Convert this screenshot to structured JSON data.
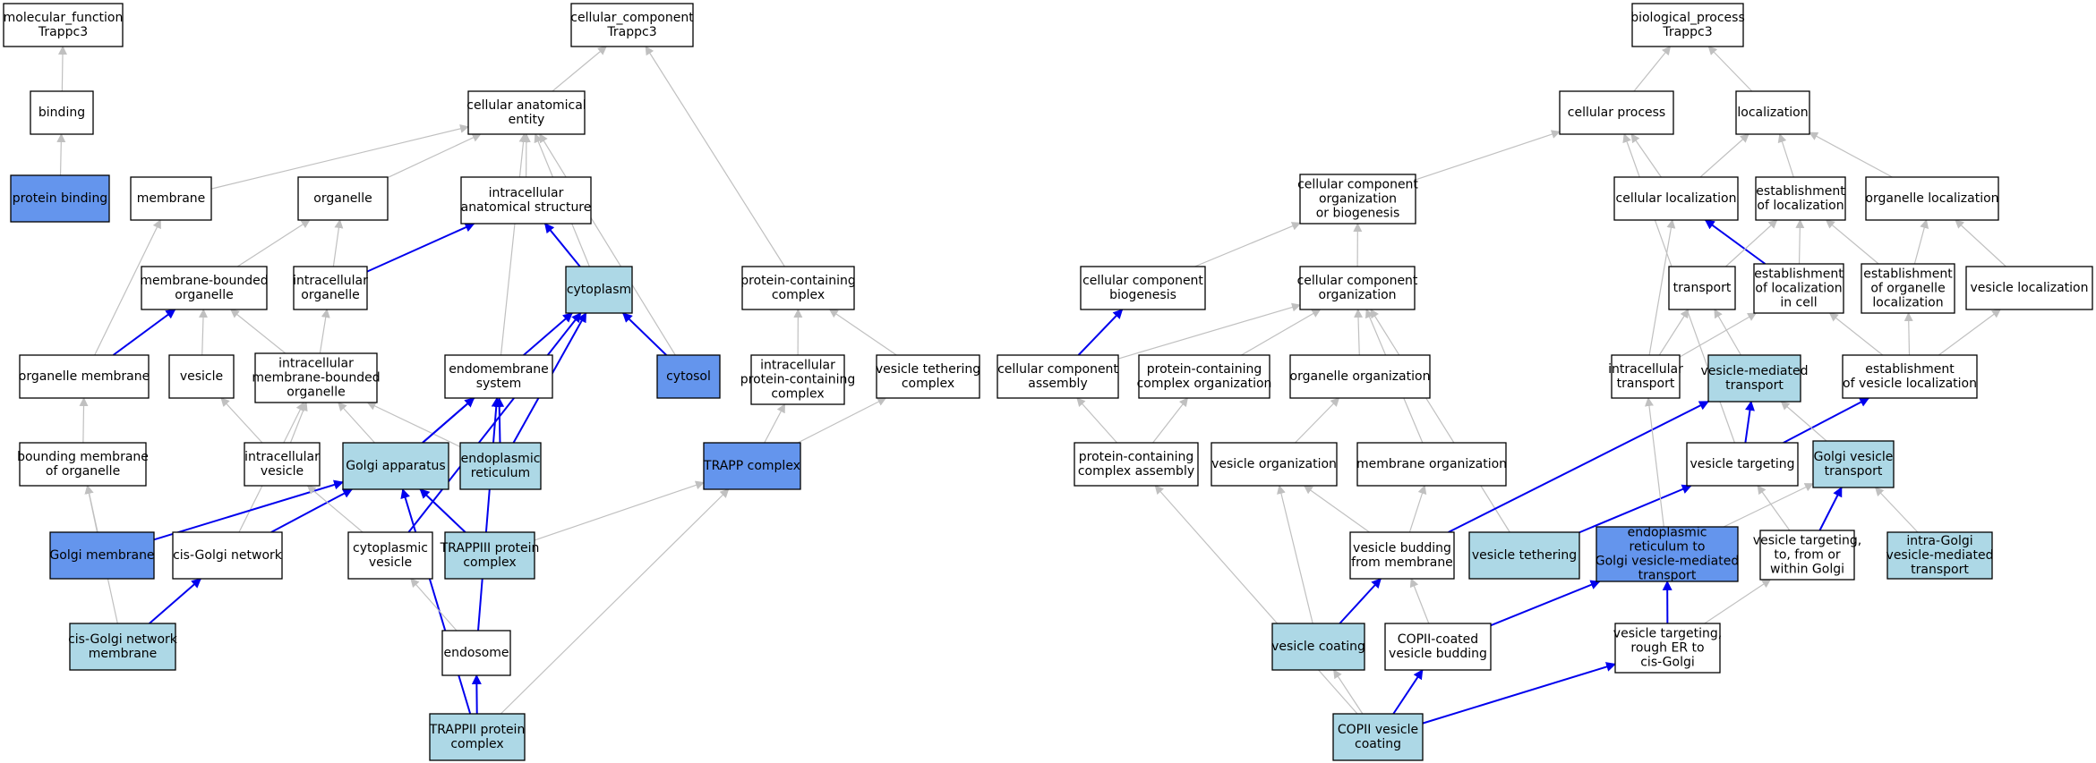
{
  "colors": {
    "plain_fill": "#ffffff",
    "highlight_fill": "#add8e6",
    "direct_fill": "#6495ed",
    "border": "#000000",
    "is_a_edge": "#c0c0c0",
    "part_of_edge": "#0000ee"
  },
  "nodes": [
    {
      "id": "mf_root",
      "lines": [
        "molecular_function",
        "Trappc3"
      ],
      "style": "plain"
    },
    {
      "id": "binding",
      "lines": [
        "binding"
      ],
      "style": "plain"
    },
    {
      "id": "protein_binding",
      "lines": [
        "protein binding"
      ],
      "style": "direct"
    },
    {
      "id": "cc_root",
      "lines": [
        "cellular_component",
        "Trappc3"
      ],
      "style": "plain"
    },
    {
      "id": "cae",
      "lines": [
        "cellular anatomical",
        "entity"
      ],
      "style": "plain"
    },
    {
      "id": "membrane",
      "lines": [
        "membrane"
      ],
      "style": "plain"
    },
    {
      "id": "organelle",
      "lines": [
        "organelle"
      ],
      "style": "plain"
    },
    {
      "id": "ias",
      "lines": [
        "intracellular",
        "anatomical structure"
      ],
      "style": "plain"
    },
    {
      "id": "mbo",
      "lines": [
        "membrane-bounded",
        "organelle"
      ],
      "style": "plain"
    },
    {
      "id": "io",
      "lines": [
        "intracellular",
        "organelle"
      ],
      "style": "plain"
    },
    {
      "id": "cytoplasm",
      "lines": [
        "cytoplasm"
      ],
      "style": "highlight"
    },
    {
      "id": "pcc",
      "lines": [
        "protein-containing",
        "complex"
      ],
      "style": "plain"
    },
    {
      "id": "om",
      "lines": [
        "organelle membrane"
      ],
      "style": "plain"
    },
    {
      "id": "vesicle",
      "lines": [
        "vesicle"
      ],
      "style": "plain"
    },
    {
      "id": "imbo",
      "lines": [
        "intracellular",
        "membrane-bounded",
        "organelle"
      ],
      "style": "plain"
    },
    {
      "id": "endomembrane",
      "lines": [
        "endomembrane",
        "system"
      ],
      "style": "plain"
    },
    {
      "id": "cytosol",
      "lines": [
        "cytosol"
      ],
      "style": "direct"
    },
    {
      "id": "ipcc",
      "lines": [
        "intracellular",
        "protein-containing",
        "complex"
      ],
      "style": "plain"
    },
    {
      "id": "vtc",
      "lines": [
        "vesicle tethering",
        "complex"
      ],
      "style": "plain"
    },
    {
      "id": "bmo",
      "lines": [
        "bounding membrane",
        "of organelle"
      ],
      "style": "plain"
    },
    {
      "id": "iv",
      "lines": [
        "intracellular",
        "vesicle"
      ],
      "style": "plain"
    },
    {
      "id": "golgi",
      "lines": [
        "Golgi apparatus"
      ],
      "style": "highlight"
    },
    {
      "id": "er",
      "lines": [
        "endoplasmic",
        "reticulum"
      ],
      "style": "highlight"
    },
    {
      "id": "trapp",
      "lines": [
        "TRAPP complex"
      ],
      "style": "direct"
    },
    {
      "id": "golgi_mem",
      "lines": [
        "Golgi membrane"
      ],
      "style": "direct"
    },
    {
      "id": "cis_golgi",
      "lines": [
        "cis-Golgi network"
      ],
      "style": "plain"
    },
    {
      "id": "cyto_vesicle",
      "lines": [
        "cytoplasmic",
        "vesicle"
      ],
      "style": "plain"
    },
    {
      "id": "trappiii",
      "lines": [
        "TRAPPIII protein",
        "complex"
      ],
      "style": "highlight"
    },
    {
      "id": "cis_golgi_mem",
      "lines": [
        "cis-Golgi network",
        "membrane"
      ],
      "style": "highlight"
    },
    {
      "id": "endosome",
      "lines": [
        "endosome"
      ],
      "style": "plain"
    },
    {
      "id": "trappii",
      "lines": [
        "TRAPPII protein",
        "complex"
      ],
      "style": "highlight"
    },
    {
      "id": "bp_root",
      "lines": [
        "biological_process",
        "Trappc3"
      ],
      "style": "plain"
    },
    {
      "id": "cell_process",
      "lines": [
        "cellular process"
      ],
      "style": "plain"
    },
    {
      "id": "localization",
      "lines": [
        "localization"
      ],
      "style": "plain"
    },
    {
      "id": "ccob",
      "lines": [
        "cellular component",
        "organization",
        "or biogenesis"
      ],
      "style": "plain"
    },
    {
      "id": "cell_loc",
      "lines": [
        "cellular localization"
      ],
      "style": "plain"
    },
    {
      "id": "est_loc",
      "lines": [
        "establishment",
        "of localization"
      ],
      "style": "plain"
    },
    {
      "id": "org_loc",
      "lines": [
        "organelle localization"
      ],
      "style": "plain"
    },
    {
      "id": "ccb",
      "lines": [
        "cellular component",
        "biogenesis"
      ],
      "style": "plain"
    },
    {
      "id": "cco",
      "lines": [
        "cellular component",
        "organization"
      ],
      "style": "plain"
    },
    {
      "id": "transport",
      "lines": [
        "transport"
      ],
      "style": "plain"
    },
    {
      "id": "est_loc_cell",
      "lines": [
        "establishment",
        "of localization",
        "in cell"
      ],
      "style": "plain"
    },
    {
      "id": "est_org_loc",
      "lines": [
        "establishment",
        "of organelle",
        "localization"
      ],
      "style": "plain"
    },
    {
      "id": "ves_loc",
      "lines": [
        "vesicle localization"
      ],
      "style": "plain"
    },
    {
      "id": "cca",
      "lines": [
        "cellular component",
        "assembly"
      ],
      "style": "plain"
    },
    {
      "id": "pcco",
      "lines": [
        "protein-containing",
        "complex organization"
      ],
      "style": "plain"
    },
    {
      "id": "org_org",
      "lines": [
        "organelle organization"
      ],
      "style": "plain"
    },
    {
      "id": "intra_transport",
      "lines": [
        "intracellular",
        "transport"
      ],
      "style": "plain"
    },
    {
      "id": "vmt",
      "lines": [
        "vesicle-mediated",
        "transport"
      ],
      "style": "highlight"
    },
    {
      "id": "est_ves_loc",
      "lines": [
        "establishment",
        "of vesicle localization"
      ],
      "style": "plain"
    },
    {
      "id": "pcca",
      "lines": [
        "protein-containing",
        "complex assembly"
      ],
      "style": "plain"
    },
    {
      "id": "ves_org",
      "lines": [
        "vesicle organization"
      ],
      "style": "plain"
    },
    {
      "id": "mem_org",
      "lines": [
        "membrane organization"
      ],
      "style": "plain"
    },
    {
      "id": "ves_target",
      "lines": [
        "vesicle targeting"
      ],
      "style": "plain"
    },
    {
      "id": "golgi_vt",
      "lines": [
        "Golgi vesicle",
        "transport"
      ],
      "style": "highlight"
    },
    {
      "id": "ves_bud",
      "lines": [
        "vesicle budding",
        "from membrane"
      ],
      "style": "plain"
    },
    {
      "id": "ves_teth",
      "lines": [
        "vesicle tethering"
      ],
      "style": "highlight"
    },
    {
      "id": "er_golgi",
      "lines": [
        "endoplasmic",
        "reticulum to",
        "Golgi vesicle-mediated",
        "transport"
      ],
      "style": "direct"
    },
    {
      "id": "vt_golgi",
      "lines": [
        "vesicle targeting,",
        "to, from or",
        "within Golgi"
      ],
      "style": "plain"
    },
    {
      "id": "intra_golgi",
      "lines": [
        "intra-Golgi",
        "vesicle-mediated",
        "transport"
      ],
      "style": "highlight"
    },
    {
      "id": "ves_coat",
      "lines": [
        "vesicle coating"
      ],
      "style": "highlight"
    },
    {
      "id": "copii_bud",
      "lines": [
        "COPII-coated",
        "vesicle budding"
      ],
      "style": "plain"
    },
    {
      "id": "vt_rough",
      "lines": [
        "vesicle targeting,",
        "rough ER to",
        "cis-Golgi"
      ],
      "style": "plain"
    },
    {
      "id": "copii_coat",
      "lines": [
        "COPII vesicle",
        "coating"
      ],
      "style": "highlight"
    }
  ],
  "edges": [
    {
      "from": "binding",
      "to": "mf_root",
      "type": "is_a"
    },
    {
      "from": "protein_binding",
      "to": "binding",
      "type": "is_a"
    },
    {
      "from": "cae",
      "to": "cc_root",
      "type": "is_a"
    },
    {
      "from": "pcc",
      "to": "cc_root",
      "type": "is_a"
    },
    {
      "from": "membrane",
      "to": "cae",
      "type": "is_a"
    },
    {
      "from": "organelle",
      "to": "cae",
      "type": "is_a"
    },
    {
      "from": "ias",
      "to": "cae",
      "type": "is_a"
    },
    {
      "from": "cytoplasm",
      "to": "cae",
      "type": "is_a"
    },
    {
      "from": "cytosol",
      "to": "cae",
      "type": "is_a"
    },
    {
      "from": "endomembrane",
      "to": "cae",
      "type": "is_a"
    },
    {
      "from": "mbo",
      "to": "organelle",
      "type": "is_a"
    },
    {
      "from": "io",
      "to": "organelle",
      "type": "is_a"
    },
    {
      "from": "io",
      "to": "ias",
      "type": "part_of"
    },
    {
      "from": "cytoplasm",
      "to": "ias",
      "type": "part_of"
    },
    {
      "from": "om",
      "to": "membrane",
      "type": "is_a"
    },
    {
      "from": "om",
      "to": "mbo",
      "type": "part_of"
    },
    {
      "from": "vesicle",
      "to": "mbo",
      "type": "is_a"
    },
    {
      "from": "imbo",
      "to": "mbo",
      "type": "is_a"
    },
    {
      "from": "imbo",
      "to": "io",
      "type": "is_a"
    },
    {
      "from": "cytosol",
      "to": "cytoplasm",
      "type": "part_of"
    },
    {
      "from": "golgi",
      "to": "cytoplasm",
      "type": "part_of"
    },
    {
      "from": "er",
      "to": "cytoplasm",
      "type": "part_of"
    },
    {
      "from": "cyto_vesicle",
      "to": "cytoplasm",
      "type": "part_of"
    },
    {
      "from": "ipcc",
      "to": "pcc",
      "type": "is_a"
    },
    {
      "from": "vtc",
      "to": "pcc",
      "type": "is_a"
    },
    {
      "from": "bmo",
      "to": "om",
      "type": "is_a"
    },
    {
      "from": "iv",
      "to": "vesicle",
      "type": "is_a"
    },
    {
      "from": "iv",
      "to": "imbo",
      "type": "is_a"
    },
    {
      "from": "golgi",
      "to": "imbo",
      "type": "is_a"
    },
    {
      "from": "er",
      "to": "imbo",
      "type": "is_a"
    },
    {
      "from": "cis_golgi",
      "to": "imbo",
      "type": "is_a"
    },
    {
      "from": "golgi",
      "to": "endomembrane",
      "type": "part_of"
    },
    {
      "from": "er",
      "to": "endomembrane",
      "type": "part_of"
    },
    {
      "from": "endosome",
      "to": "endomembrane",
      "type": "part_of"
    },
    {
      "from": "trapp",
      "to": "ipcc",
      "type": "is_a"
    },
    {
      "from": "trapp",
      "to": "vtc",
      "type": "is_a"
    },
    {
      "from": "golgi_mem",
      "to": "bmo",
      "type": "is_a"
    },
    {
      "from": "cis_golgi_mem",
      "to": "bmo",
      "type": "is_a"
    },
    {
      "from": "golgi_mem",
      "to": "golgi",
      "type": "part_of"
    },
    {
      "from": "cis_golgi",
      "to": "golgi",
      "type": "part_of"
    },
    {
      "from": "trappiii",
      "to": "golgi",
      "type": "part_of"
    },
    {
      "from": "trappii",
      "to": "golgi",
      "type": "part_of"
    },
    {
      "from": "cyto_vesicle",
      "to": "iv",
      "type": "is_a"
    },
    {
      "from": "trappiii",
      "to": "trapp",
      "type": "is_a"
    },
    {
      "from": "trappii",
      "to": "trapp",
      "type": "is_a"
    },
    {
      "from": "cis_golgi_mem",
      "to": "cis_golgi",
      "type": "part_of"
    },
    {
      "from": "endosome",
      "to": "cyto_vesicle",
      "type": "is_a"
    },
    {
      "from": "trappii",
      "to": "endosome",
      "type": "part_of"
    },
    {
      "from": "cell_process",
      "to": "bp_root",
      "type": "is_a"
    },
    {
      "from": "localization",
      "to": "bp_root",
      "type": "is_a"
    },
    {
      "from": "ccob",
      "to": "cell_process",
      "type": "is_a"
    },
    {
      "from": "cell_loc",
      "to": "cell_process",
      "type": "is_a"
    },
    {
      "from": "cell_loc",
      "to": "localization",
      "type": "is_a"
    },
    {
      "from": "est_loc",
      "to": "localization",
      "type": "is_a"
    },
    {
      "from": "org_loc",
      "to": "localization",
      "type": "is_a"
    },
    {
      "from": "ves_target",
      "to": "cell_process",
      "type": "is_a"
    },
    {
      "from": "ccb",
      "to": "ccob",
      "type": "is_a"
    },
    {
      "from": "cco",
      "to": "ccob",
      "type": "is_a"
    },
    {
      "from": "est_loc_cell",
      "to": "cell_loc",
      "type": "part_of"
    },
    {
      "from": "intra_transport",
      "to": "cell_loc",
      "type": "is_a"
    },
    {
      "from": "transport",
      "to": "est_loc",
      "type": "is_a"
    },
    {
      "from": "est_loc_cell",
      "to": "est_loc",
      "type": "is_a"
    },
    {
      "from": "est_org_loc",
      "to": "est_loc",
      "type": "is_a"
    },
    {
      "from": "est_org_loc",
      "to": "org_loc",
      "type": "is_a"
    },
    {
      "from": "ves_loc",
      "to": "org_loc",
      "type": "is_a"
    },
    {
      "from": "cca",
      "to": "ccb",
      "type": "part_of"
    },
    {
      "from": "cca",
      "to": "cco",
      "type": "is_a"
    },
    {
      "from": "pcco",
      "to": "cco",
      "type": "is_a"
    },
    {
      "from": "org_org",
      "to": "cco",
      "type": "is_a"
    },
    {
      "from": "mem_org",
      "to": "cco",
      "type": "is_a"
    },
    {
      "from": "ves_teth",
      "to": "cco",
      "type": "is_a"
    },
    {
      "from": "intra_transport",
      "to": "transport",
      "type": "is_a"
    },
    {
      "from": "intra_transport",
      "to": "est_loc_cell",
      "type": "is_a"
    },
    {
      "from": "vmt",
      "to": "transport",
      "type": "is_a"
    },
    {
      "from": "est_ves_loc",
      "to": "est_loc_cell",
      "type": "is_a"
    },
    {
      "from": "est_ves_loc",
      "to": "est_org_loc",
      "type": "is_a"
    },
    {
      "from": "est_ves_loc",
      "to": "ves_loc",
      "type": "is_a"
    },
    {
      "from": "pcca",
      "to": "cca",
      "type": "is_a"
    },
    {
      "from": "pcca",
      "to": "pcco",
      "type": "is_a"
    },
    {
      "from": "ves_org",
      "to": "org_org",
      "type": "is_a"
    },
    {
      "from": "ves_target",
      "to": "vmt",
      "type": "part_of"
    },
    {
      "from": "ves_target",
      "to": "est_ves_loc",
      "type": "part_of"
    },
    {
      "from": "golgi_vt",
      "to": "vmt",
      "type": "is_a"
    },
    {
      "from": "ves_bud",
      "to": "ves_org",
      "type": "is_a"
    },
    {
      "from": "ves_bud",
      "to": "mem_org",
      "type": "is_a"
    },
    {
      "from": "ves_bud",
      "to": "vmt",
      "type": "part_of"
    },
    {
      "from": "ves_teth",
      "to": "ves_target",
      "type": "part_of"
    },
    {
      "from": "er_golgi",
      "to": "intra_transport",
      "type": "is_a"
    },
    {
      "from": "er_golgi",
      "to": "golgi_vt",
      "type": "is_a"
    },
    {
      "from": "vt_golgi",
      "to": "ves_target",
      "type": "is_a"
    },
    {
      "from": "vt_golgi",
      "to": "golgi_vt",
      "type": "part_of"
    },
    {
      "from": "intra_golgi",
      "to": "golgi_vt",
      "type": "is_a"
    },
    {
      "from": "ves_coat",
      "to": "ves_org",
      "type": "is_a"
    },
    {
      "from": "ves_coat",
      "to": "ves_bud",
      "type": "part_of"
    },
    {
      "from": "copii_bud",
      "to": "ves_bud",
      "type": "is_a"
    },
    {
      "from": "copii_bud",
      "to": "er_golgi",
      "type": "part_of"
    },
    {
      "from": "vt_rough",
      "to": "vt_golgi",
      "type": "is_a"
    },
    {
      "from": "vt_rough",
      "to": "er_golgi",
      "type": "part_of"
    },
    {
      "from": "copii_coat",
      "to": "ves_coat",
      "type": "is_a"
    },
    {
      "from": "copii_coat",
      "to": "copii_bud",
      "type": "part_of"
    },
    {
      "from": "copii_coat",
      "to": "vt_rough",
      "type": "part_of"
    },
    {
      "from": "copii_coat",
      "to": "pcca",
      "type": "is_a"
    }
  ]
}
